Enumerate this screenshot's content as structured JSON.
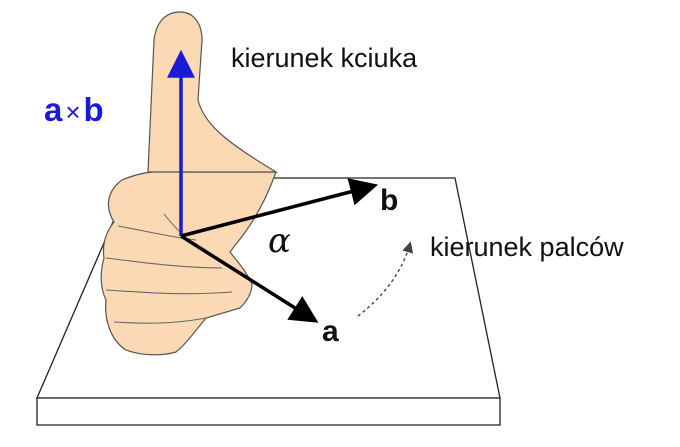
{
  "labels": {
    "thumb_direction": "kierunek kciuka",
    "cross_product_a": "a",
    "cross_product_times": "×",
    "cross_product_b": "b",
    "vector_b": "b",
    "vector_a": "a",
    "angle": "α",
    "finger_direction": "kierunek palców"
  },
  "colors": {
    "skin": "#fbd9b4",
    "thumb_vector": "#1a1ad8",
    "vectors": "#000000",
    "outline": "#333333"
  }
}
